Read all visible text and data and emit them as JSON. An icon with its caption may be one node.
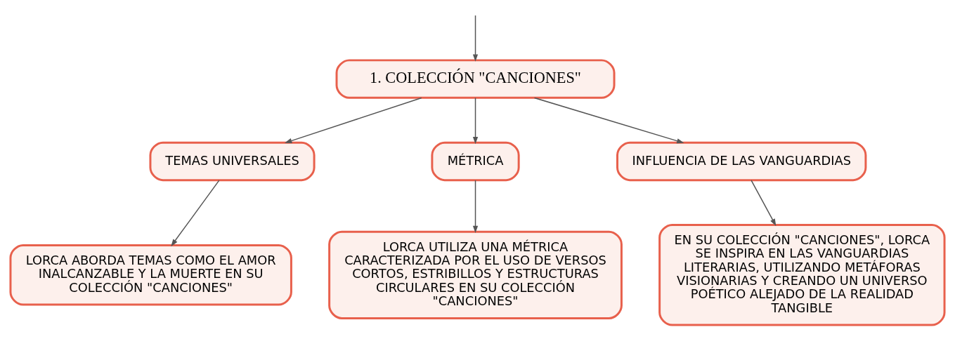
{
  "diagram": {
    "nodes": [
      {
        "text": [
          "1. COLECCIÓN \"CANCIONES\""
        ]
      },
      {
        "text": [
          "TEMAS UNIVERSALES"
        ]
      },
      {
        "text": [
          "MÉTRICA"
        ]
      },
      {
        "text": [
          "INFLUENCIA DE LAS VANGUARDIAS"
        ]
      },
      {
        "text": [
          "LORCA ABORDA TEMAS COMO EL AMOR INALCANZABLE Y LA MUERTE EN SU COLECCIÓN \"CANCIONES\""
        ]
      },
      {
        "text": [
          "LORCA UTILIZA UNA MÉTRICA CARACTERIZADA POR EL USO DE VERSOS CORTOS, ESTRIBILLOS Y ESTRUCTURAS CIRCULARES EN SU COLECCIÓN \"CANCIONES\""
        ]
      },
      {
        "text": [
          "EN SU COLECCIÓN \"CANCIONES\", LORCA SE INSPIRA EN LAS VANGUARDIAS LITERARIAS, UTILIZANDO METÁFORAS VISIONARIAS Y CREANDO UN UNIVERSO POÉTICO ALEJADO DE LA REALIDAD TANGIBLE"
        ]
      }
    ],
    "edges": [
      {
        "from": null,
        "to": 0,
        "arrow": "to"
      },
      {
        "from": 0,
        "to": 1,
        "arrow": "to"
      },
      {
        "from": 0,
        "to": 2,
        "arrow": "to"
      },
      {
        "from": 0,
        "to": 3,
        "arrow": "to"
      },
      {
        "from": 1,
        "to": 4,
        "arrow": "to"
      },
      {
        "from": 2,
        "to": 5,
        "arrow": "to"
      },
      {
        "from": 3,
        "to": 6,
        "arrow": "to"
      }
    ]
  }
}
